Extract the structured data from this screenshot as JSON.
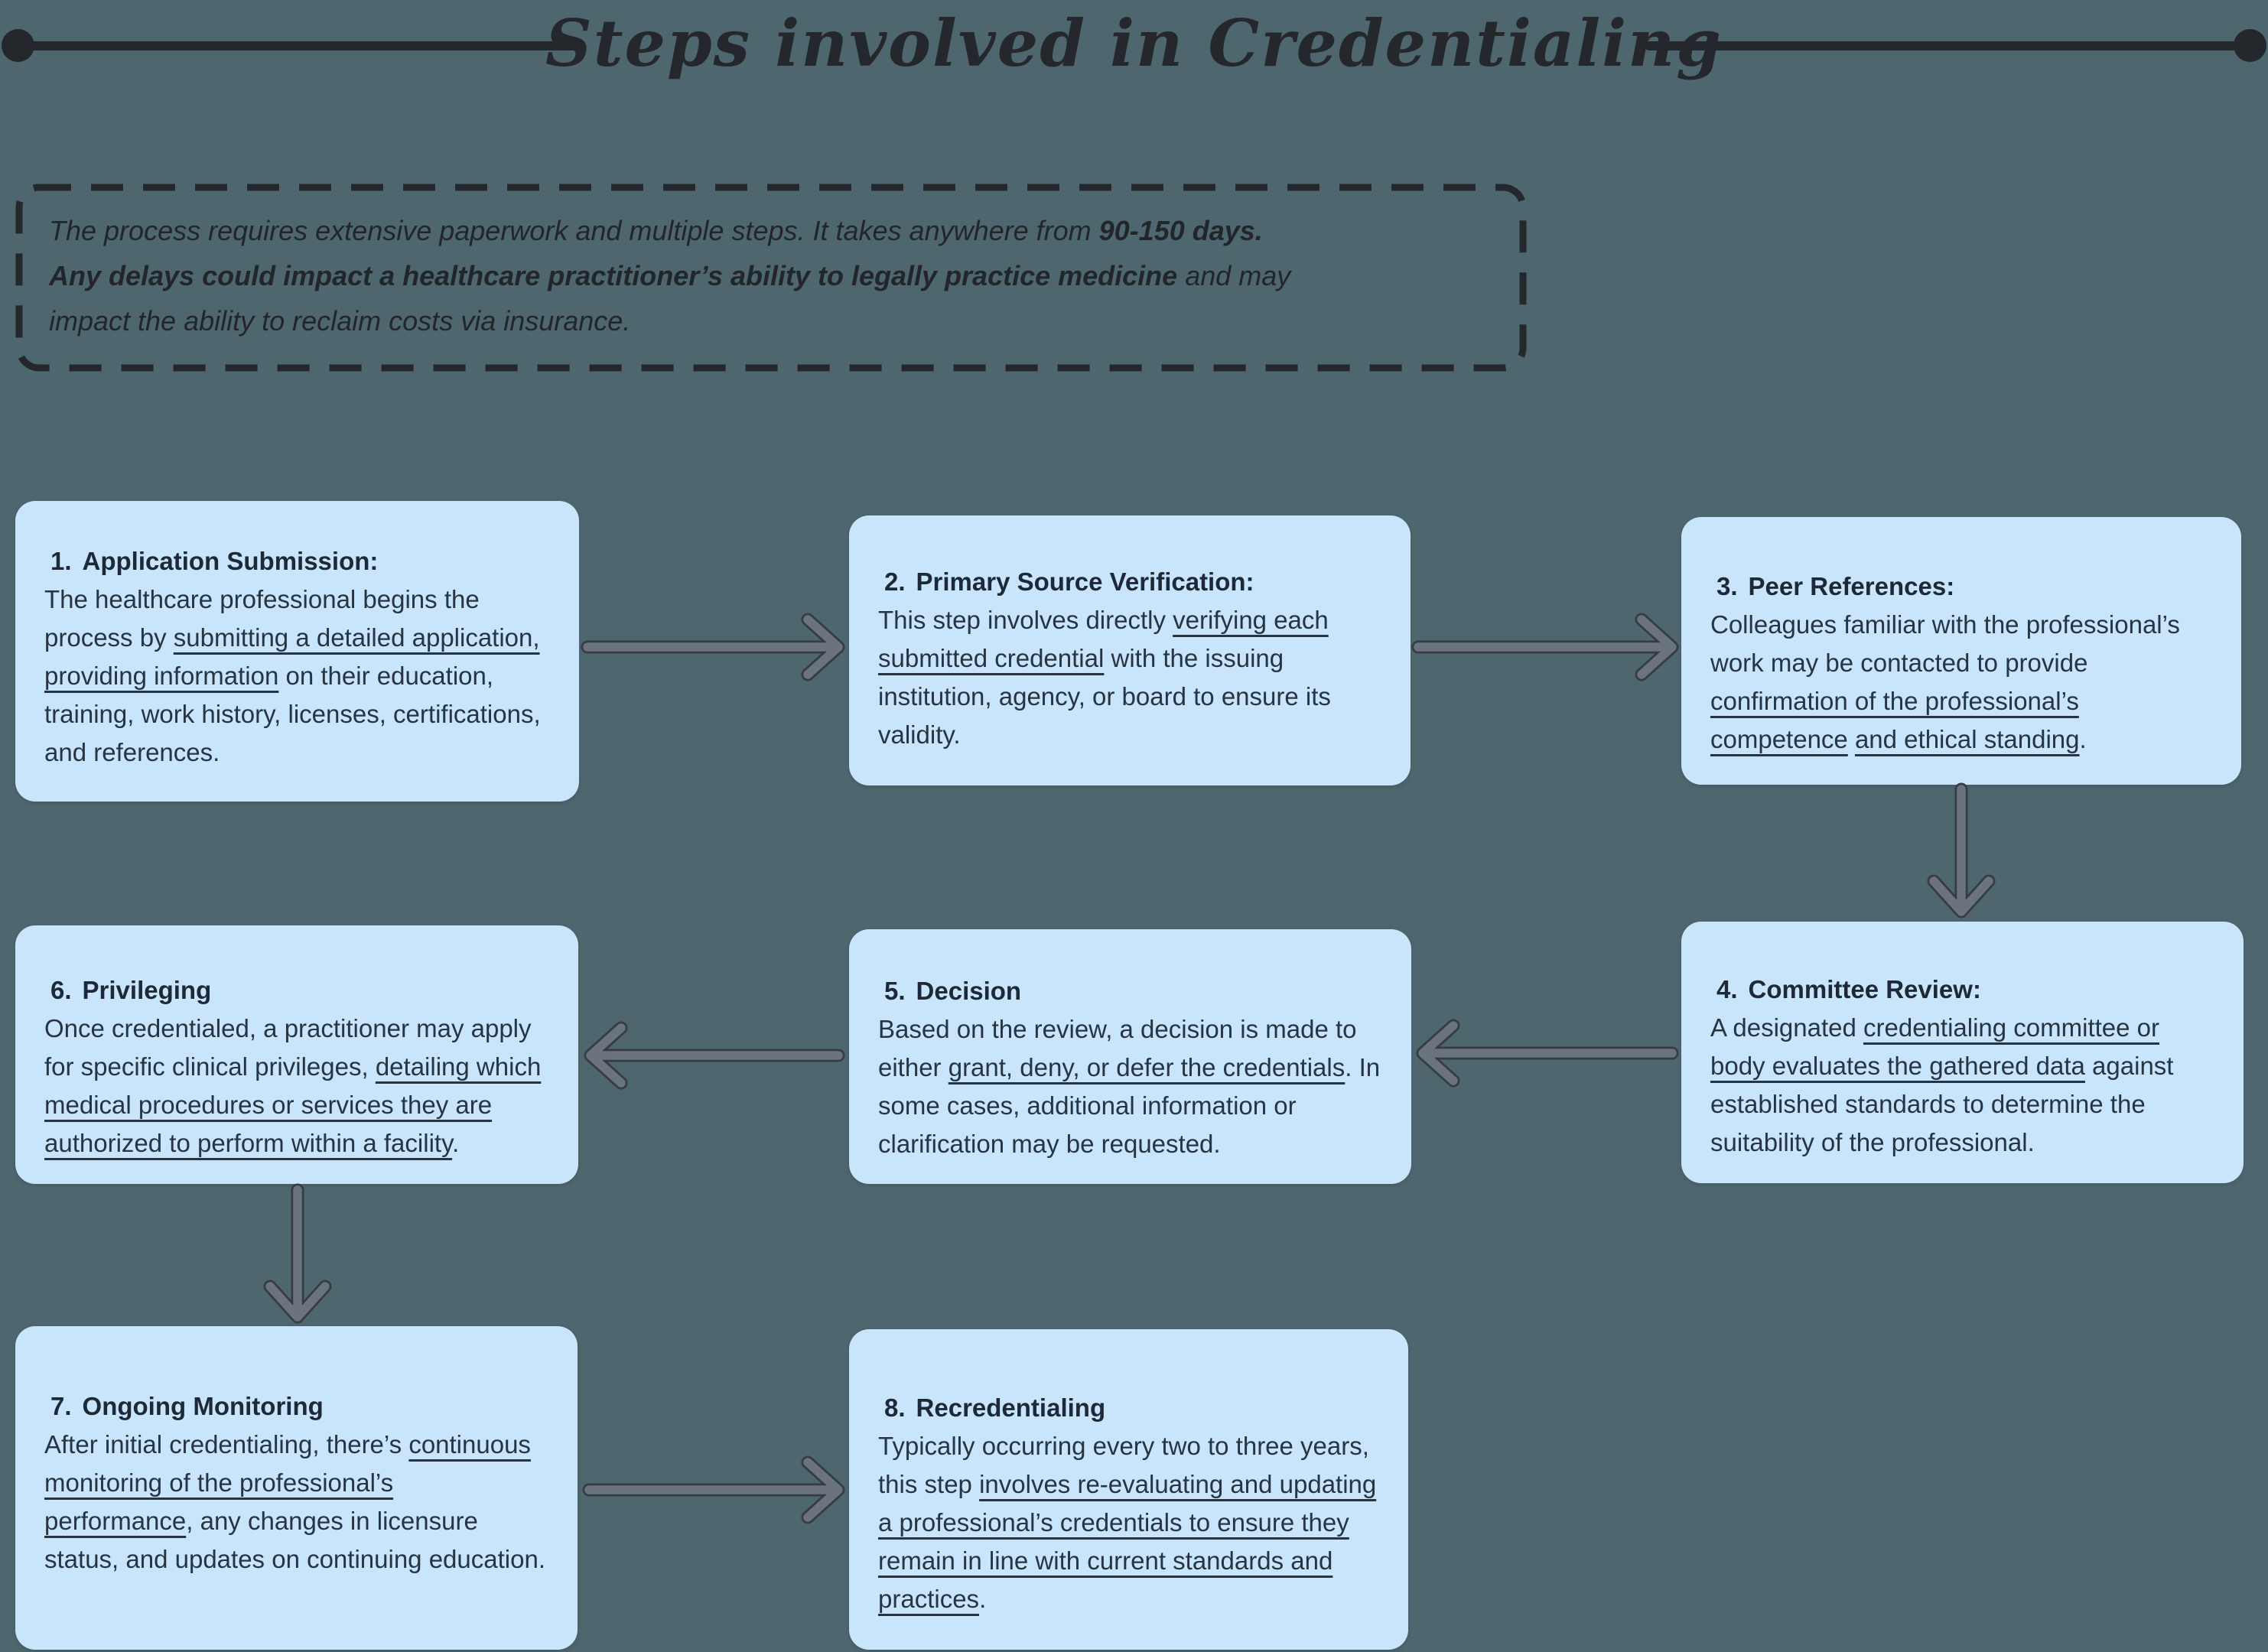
{
  "colors": {
    "background": "#4e666e",
    "card_fill": "#c8e5fb",
    "arrow_gray": "#6b747d",
    "ink": "#24282d",
    "card_text": "#273442"
  },
  "title": {
    "text": "Steps involved in Credentialing"
  },
  "intro": {
    "segments": [
      {
        "t": "The process requires extensive paperwork and multiple steps. It takes anywhere from "
      },
      {
        "t": "90-150 days.",
        "b": true
      },
      {
        "br": true
      },
      {
        "t": "Any delays could impact a healthcare practitioner’s ability to legally practice medicine",
        "b": true
      },
      {
        "t": " and may"
      },
      {
        "br": true
      },
      {
        "t": "impact the ability to reclaim costs via insurance."
      }
    ]
  },
  "steps": [
    {
      "number": "1.",
      "title": "Application Submission:",
      "body": [
        {
          "t": "The healthcare professional begins the process by "
        },
        {
          "t": "submitting a detailed application, providing information",
          "u": true
        },
        {
          "t": " on their education, training, work history, licenses, certifications, and references."
        }
      ]
    },
    {
      "number": "2.",
      "title": "Primary Source Verification:",
      "body": [
        {
          "t": "This step involves directly "
        },
        {
          "t": "verifying each submitted credential",
          "u": true
        },
        {
          "t": " with the issuing institution, agency, or board to ensure its validity."
        }
      ]
    },
    {
      "number": "3.",
      "title": "Peer References:",
      "body": [
        {
          "t": "Colleagues familiar with the professional’s work may be contacted to provide "
        },
        {
          "t": "confirmation of the professional’s competence",
          "u": true
        },
        {
          "t": " "
        },
        {
          "t": "and ethical standing",
          "u": true
        },
        {
          "t": "."
        }
      ]
    },
    {
      "number": "4.",
      "title": "Committee Review:",
      "body": [
        {
          "t": "A designated "
        },
        {
          "t": "credentialing committee or body evaluates the gathered data",
          "u": true
        },
        {
          "t": " against established standards to determine the suitability of the professional."
        }
      ]
    },
    {
      "number": "5.",
      "title": "Decision",
      "body": [
        {
          "t": "Based on the review, a decision is made to either "
        },
        {
          "t": "grant, deny, or defer the credentials",
          "u": true
        },
        {
          "t": ". In some cases, additional information or clarification may be requested."
        }
      ]
    },
    {
      "number": "6.",
      "title": "Privileging",
      "body": [
        {
          "t": "Once credentialed, a practitioner may apply for specific clinical privileges, "
        },
        {
          "t": "detailing which medical procedures or services they are authorized to perform within a facility",
          "u": true
        },
        {
          "t": "."
        }
      ]
    },
    {
      "number": "7.",
      "title": "Ongoing Monitoring",
      "body": [
        {
          "t": "After initial credentialing, there’s "
        },
        {
          "t": "continuous monitoring of the professional’s performance",
          "u": true
        },
        {
          "t": ", any changes in licensure status, and updates on continuing education."
        }
      ]
    },
    {
      "number": "8.",
      "title": "Recredentialing",
      "body": [
        {
          "t": "Typically occurring every two to three years, this step "
        },
        {
          "t": "involves re-evaluating and updating a professional’s credentials to ensure they remain in line with current standards and practices",
          "u": true
        },
        {
          "t": "."
        }
      ]
    }
  ],
  "arrows": [
    {
      "name": "step1-to-step2",
      "direction": "right"
    },
    {
      "name": "step2-to-step3",
      "direction": "right"
    },
    {
      "name": "step3-to-step4",
      "direction": "down"
    },
    {
      "name": "step4-to-step5",
      "direction": "left"
    },
    {
      "name": "step5-to-step6",
      "direction": "left"
    },
    {
      "name": "step6-to-step7",
      "direction": "down"
    },
    {
      "name": "step7-to-step8",
      "direction": "right"
    }
  ]
}
